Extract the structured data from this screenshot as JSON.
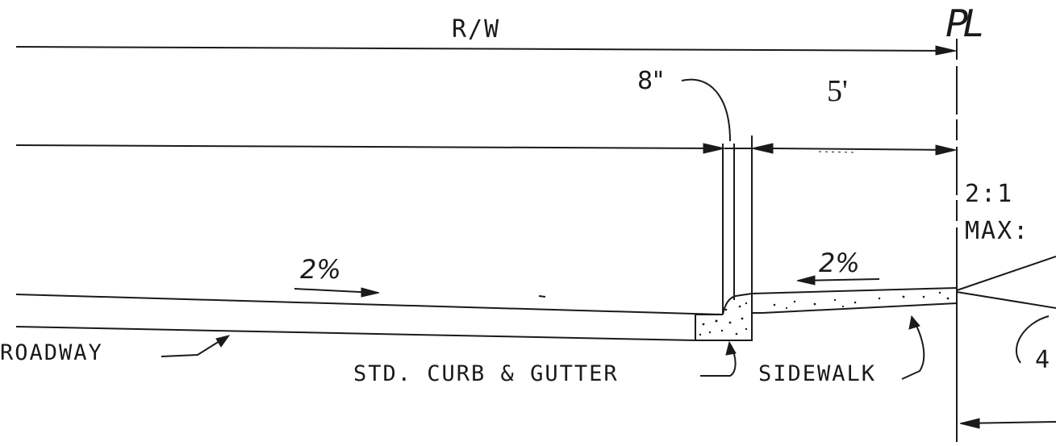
{
  "labels": {
    "right_of_way": "R/W",
    "property_line": "PL",
    "curb_width": "8\"",
    "sidewalk_width": "5'",
    "slope_ratio": "2:1",
    "slope_max": "MAX:",
    "roadway_slope": "2%",
    "sidewalk_slope": "2%",
    "roadway": "ROADWAY",
    "curb_gutter": "STD. CURB & GUTTER",
    "sidewalk": "SIDEWALK",
    "cut_off_digit": "4"
  },
  "colors": {
    "ink": "#1a1a1a",
    "paper": "#ffffff"
  }
}
